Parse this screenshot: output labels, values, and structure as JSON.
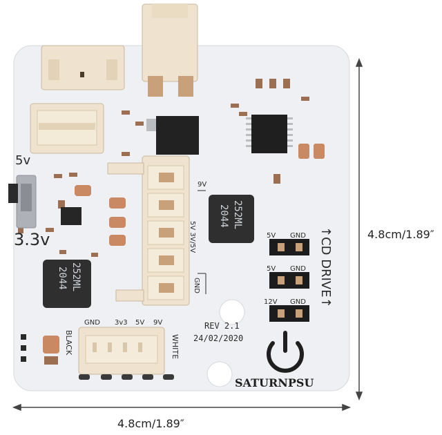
{
  "photo": {
    "title": "Saturn PSU board",
    "dimensions": {
      "horizontal": "4.8cm/1.89″",
      "vertical": "4.8cm/1.89″"
    },
    "silkscreen": {
      "left_5v": "5v",
      "left_3v3": "3.3v",
      "rail_9v": "9V",
      "rail_5v_3v_5v": "5V 3V/5V",
      "rail_gnd": "GND",
      "chip1_a": "252ML",
      "chip1_b": "2044",
      "chip2_a": "252ML",
      "chip2_b": "2044",
      "header1_5v": "5V",
      "header1_gnd": "GND",
      "header2_5v": "5V",
      "header2_gnd": "GND",
      "header3_12v": "12V",
      "header3_gnd": "GND",
      "cd_drive": "↑CD DRIVE↑",
      "connector_gnd": "GND",
      "connector_3v3": "3v3",
      "connector_5v": "5V",
      "connector_9v": "9V",
      "black": "BLACK",
      "white": "WHITE",
      "rev": "REV 2.1",
      "date": "24/02/2020",
      "brand": "SATURNPSU"
    },
    "colors": {
      "board": "#eef0f3",
      "connector": "#efe3cf",
      "chip": "#2b2b2b",
      "silkscreen": "#2a2a2a",
      "pins": "#c8a17a"
    }
  }
}
